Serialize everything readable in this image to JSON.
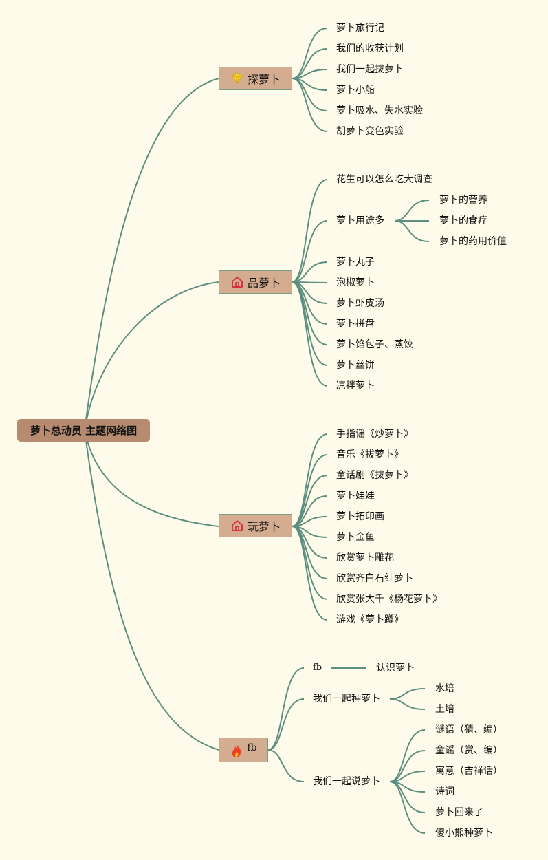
{
  "diagram": {
    "root": "萝卜总动员 主题网络图",
    "colors": {
      "background": "#fffbea",
      "edge": "#5b8f80",
      "root_fill": "#b78b70",
      "branch_fill": "#d4ac8f"
    },
    "branches": [
      {
        "label": "探萝卜",
        "icon": "diamond-icon",
        "children": [
          {
            "label": "萝卜旅行记"
          },
          {
            "label": "我们的收获计划"
          },
          {
            "label": "我们一起拔萝卜"
          },
          {
            "label": "萝卜小船"
          },
          {
            "label": "萝卜吸水、失水实验"
          },
          {
            "label": "胡萝卜变色实验"
          }
        ]
      },
      {
        "label": "品萝卜",
        "icon": "house-icon",
        "children": [
          {
            "label": "花生可以怎么吃大调查"
          },
          {
            "label": "萝卜用途多",
            "children": [
              {
                "label": "萝卜的营养"
              },
              {
                "label": "萝卜的食疗"
              },
              {
                "label": "萝卜的药用价值"
              }
            ]
          },
          {
            "label": "萝卜丸子"
          },
          {
            "label": "泡椒萝卜"
          },
          {
            "label": "萝卜虾皮汤"
          },
          {
            "label": "萝卜拼盘"
          },
          {
            "label": "萝卜馅包子、蒸饺"
          },
          {
            "label": "萝卜丝饼"
          },
          {
            "label": "凉拌萝卜"
          }
        ]
      },
      {
        "label": "玩萝卜",
        "icon": "house-icon",
        "children": [
          {
            "label": "手指谣《炒萝卜》"
          },
          {
            "label": "音乐《拔萝卜》"
          },
          {
            "label": "童话剧《拔萝卜》"
          },
          {
            "label": "萝卜娃娃"
          },
          {
            "label": "萝卜拓印画"
          },
          {
            "label": "萝卜金鱼"
          },
          {
            "label": "欣赏萝卜雕花"
          },
          {
            "label": "欣赏齐白石红萝卜"
          },
          {
            "label": "欣赏张大千《杨花萝卜》"
          },
          {
            "label": "游戏《萝卜蹲》"
          }
        ]
      },
      {
        "label": "fb",
        "icon": "flame-icon",
        "children": [
          {
            "label": "fb",
            "children": [
              {
                "label": "认识萝卜"
              }
            ]
          },
          {
            "label": "我们一起种萝卜",
            "children": [
              {
                "label": "水培"
              },
              {
                "label": "土培"
              }
            ]
          },
          {
            "label": "我们一起说萝卜",
            "children": [
              {
                "label": "谜语（猜、编）"
              },
              {
                "label": "童谣（赏、编）"
              },
              {
                "label": "寓意（吉祥话）"
              },
              {
                "label": "诗词"
              },
              {
                "label": "萝卜回来了"
              },
              {
                "label": "傻小熊种萝卜"
              }
            ]
          }
        ]
      }
    ]
  }
}
